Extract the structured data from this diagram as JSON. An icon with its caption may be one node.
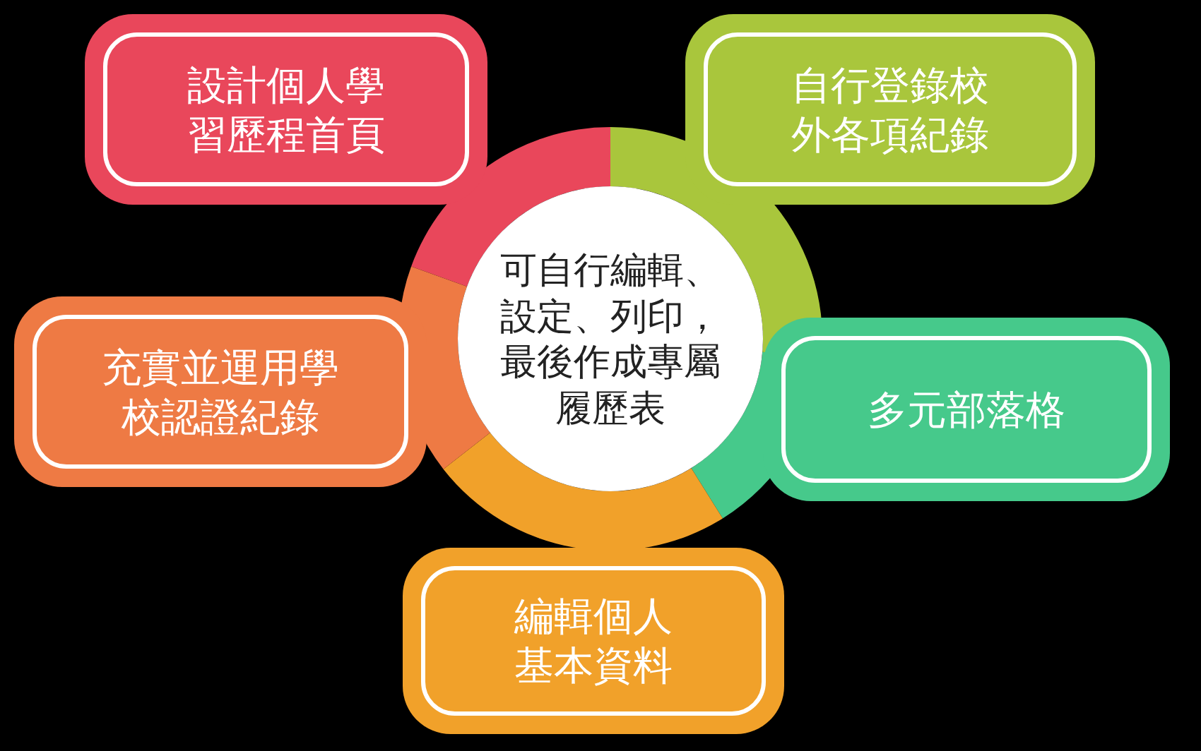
{
  "diagram": {
    "nodes": [
      {
        "text": [
          "設計個人學習歷程首頁"
        ]
      },
      {
        "text": [
          "自行登錄校外各項紀錄"
        ]
      },
      {
        "text": [
          "可自行編輯、設定、列印，最後作成專屬履歷表"
        ]
      },
      {
        "text": [
          "充實並運用學校認證紀錄"
        ]
      },
      {
        "text": [
          "多元部落格"
        ]
      },
      {
        "text": [
          "編輯個人基本資料"
        ]
      }
    ]
  }
}
